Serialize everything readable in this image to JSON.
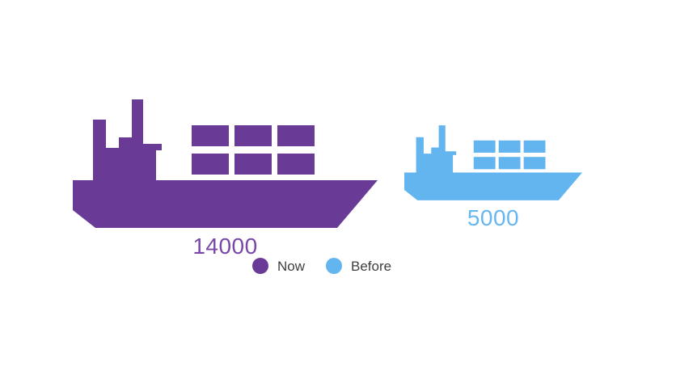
{
  "chart_data": {
    "type": "pictogram",
    "icon": "cargo-ship",
    "categories": [
      "Now",
      "Before"
    ],
    "series": [
      {
        "name": "Now",
        "value": 14000,
        "display_value": "14000",
        "color": "#6A3B96",
        "label_color": "#7847A7"
      },
      {
        "name": "Before",
        "value": 5000,
        "display_value": "5000",
        "color": "#63B5F0",
        "label_color": "#66B7F1"
      }
    ],
    "legend": {
      "position": "bottom-center",
      "text_color": "#3E3E3E"
    },
    "background": "#FFFFFF"
  }
}
